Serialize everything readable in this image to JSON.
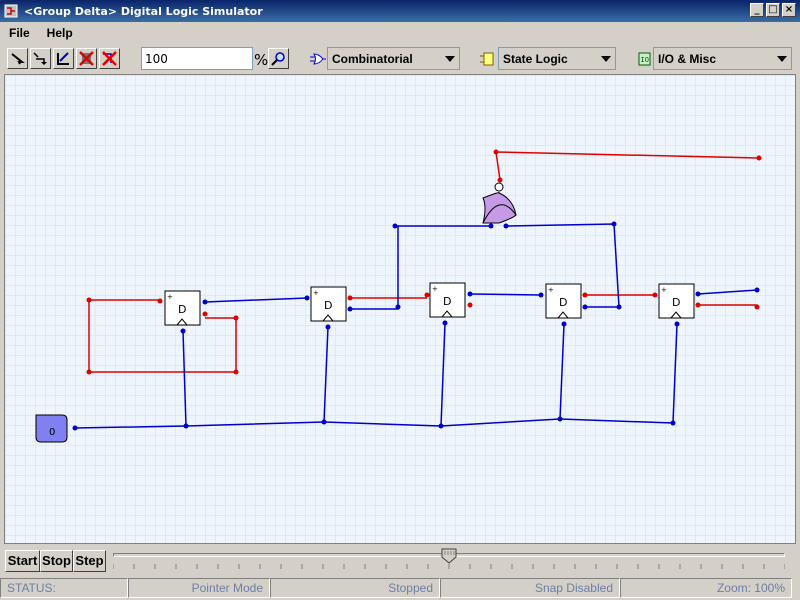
{
  "window": {
    "title": "<Group Delta>  Digital Logic Simulator",
    "buttons": [
      "_",
      "□",
      "×"
    ]
  },
  "menu": [
    "File",
    "Help"
  ],
  "toolbar": {
    "tools": [
      {
        "name": "pointer-tool",
        "icon": "pointer-icon"
      },
      {
        "name": "wire-tool",
        "icon": "wire-icon"
      },
      {
        "name": "move-tool",
        "icon": "move-icon"
      },
      {
        "name": "delete-tool",
        "icon": "delete-icon"
      },
      {
        "name": "delete-wire-tool",
        "icon": "delete-wire-icon"
      }
    ],
    "zoom_value": "100",
    "zoom_suffix": "%",
    "combos": [
      {
        "label": "Combinatorial",
        "icon": "or-gate-icon"
      },
      {
        "label": "State Logic",
        "icon": "flip-flop-icon"
      },
      {
        "label": "I/O & Misc",
        "icon": "io-icon"
      }
    ]
  },
  "circuit": {
    "flipflop_label": "D",
    "clock_label": "0",
    "colors": {
      "high": "#e00000",
      "low": "#0000cc",
      "gate": "#c79ae8",
      "clock": "#8080f0"
    }
  },
  "controls": {
    "start": "Start",
    "stop": "Stop",
    "step": "Step",
    "speed": 0.5
  },
  "status": {
    "label": "STATUS:",
    "mode": "Pointer Mode",
    "sim": "Stopped",
    "snap": "Snap Disabled",
    "zoom": "Zoom: 100%"
  }
}
